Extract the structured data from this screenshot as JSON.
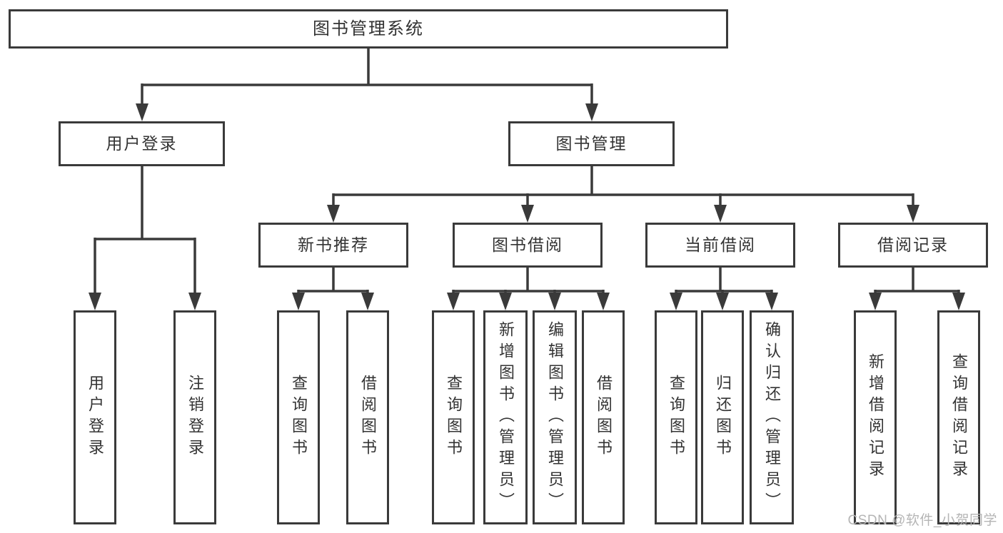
{
  "diagram": {
    "title": "图书管理系统",
    "type": "hierarchy-tree",
    "colors": {
      "line": "#3a3a3a",
      "text": "#333333",
      "background": "#ffffff",
      "watermark": "#b5b5b5"
    },
    "nodes": {
      "root": "图书管理系统",
      "user_login": "用户登录",
      "book_mgmt": "图书管理",
      "new_book_rec": "新书推荐",
      "book_borrow": "图书借阅",
      "current_borrow": "当前借阅",
      "borrow_records": "借阅记录",
      "ul_login": "用户登录",
      "ul_logout": "注销登录",
      "nr_query": "查询图书",
      "nr_borrow": "借阅图书",
      "bb_query": "查询图书",
      "bb_add": "新增图书（管理员）",
      "bb_edit": "编辑图书（管理员）",
      "bb_borrow": "借阅图书",
      "cb_query": "查询图书",
      "cb_return": "归还图书",
      "cb_confirm": "确认归还（管理员）",
      "br_add": "新增借阅记录",
      "br_query": "查询借阅记录"
    },
    "structure": {
      "图书管理系统": {
        "用户登录": [
          "用户登录",
          "注销登录"
        ],
        "图书管理": {
          "新书推荐": [
            "查询图书",
            "借阅图书"
          ],
          "图书借阅": [
            "查询图书",
            "新增图书（管理员）",
            "编辑图书（管理员）",
            "借阅图书"
          ],
          "当前借阅": [
            "查询图书",
            "归还图书",
            "确认归还（管理员）"
          ],
          "借阅记录": [
            "新增借阅记录",
            "查询借阅记录"
          ]
        }
      }
    }
  },
  "watermark": {
    "text": "CSDN @软件_小贺同学"
  }
}
